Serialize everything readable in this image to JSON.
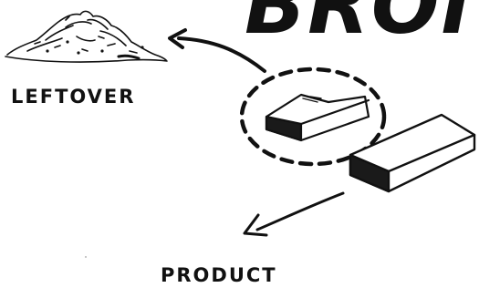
{
  "title_fragment": "BROI",
  "labels": {
    "leftover": "LEFTOVER",
    "product": "PRODUCT"
  },
  "colors": {
    "ink": "#111111",
    "background": "#ffffff",
    "dark_edge": "#1a1a1a"
  }
}
